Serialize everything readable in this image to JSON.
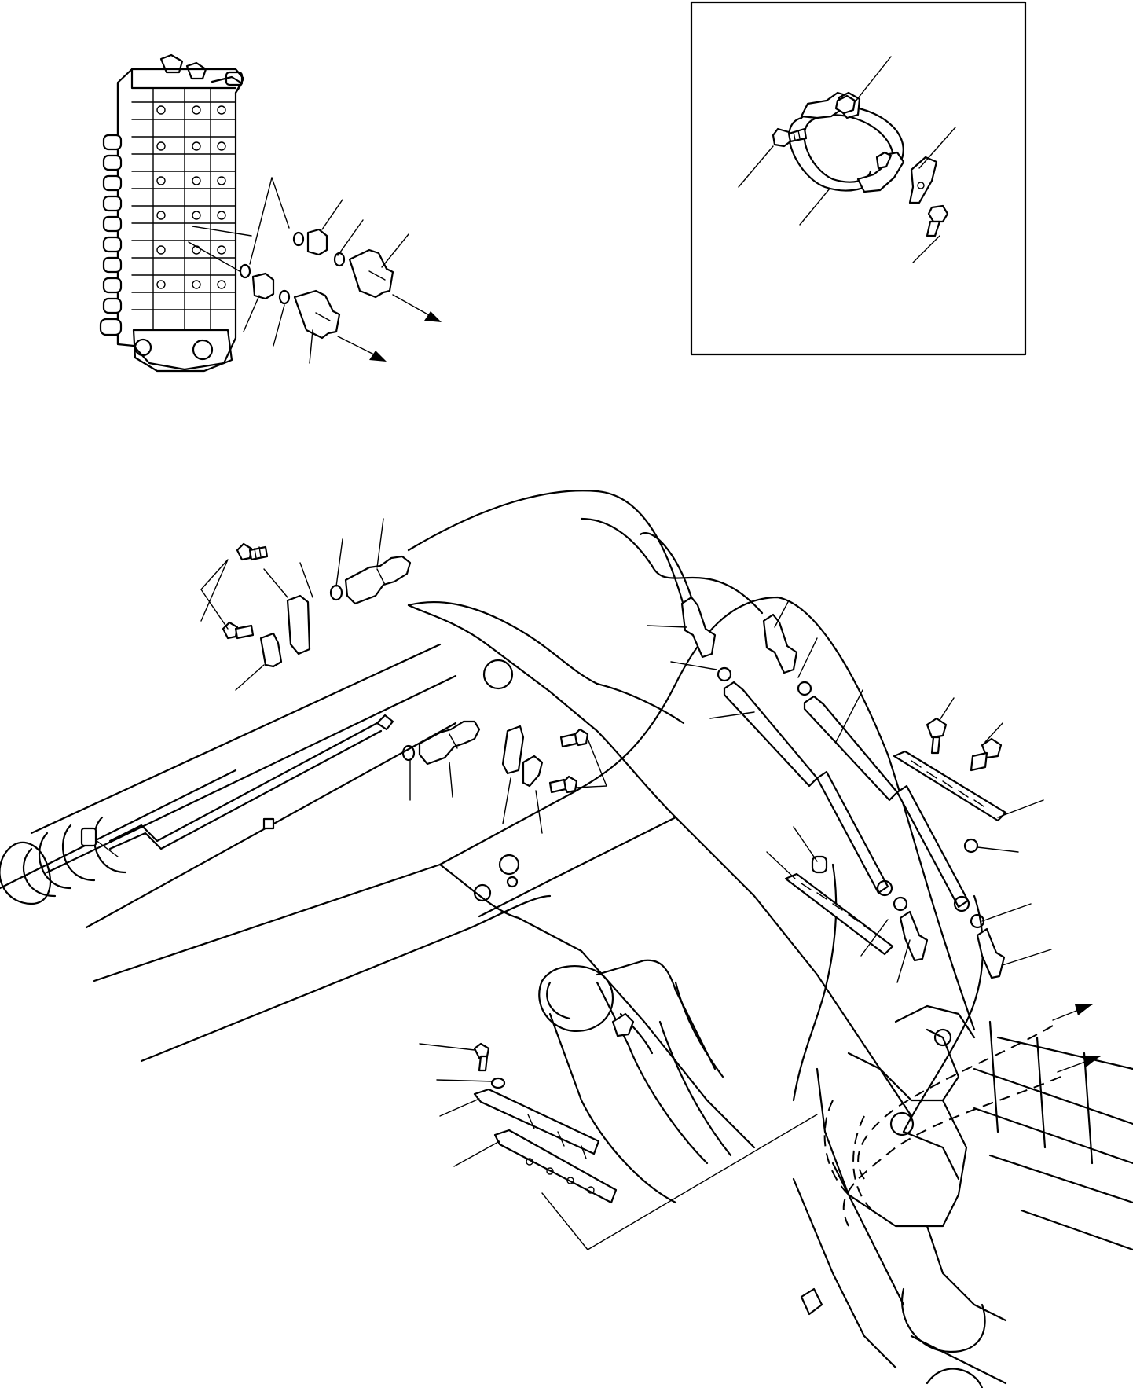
{
  "diagram": {
    "description_visible": false,
    "views": [
      "control-valve-detail",
      "clamp-inset",
      "boom-hose-routing"
    ]
  },
  "colors": {
    "ink": "#000000",
    "paper": "#ffffff"
  }
}
